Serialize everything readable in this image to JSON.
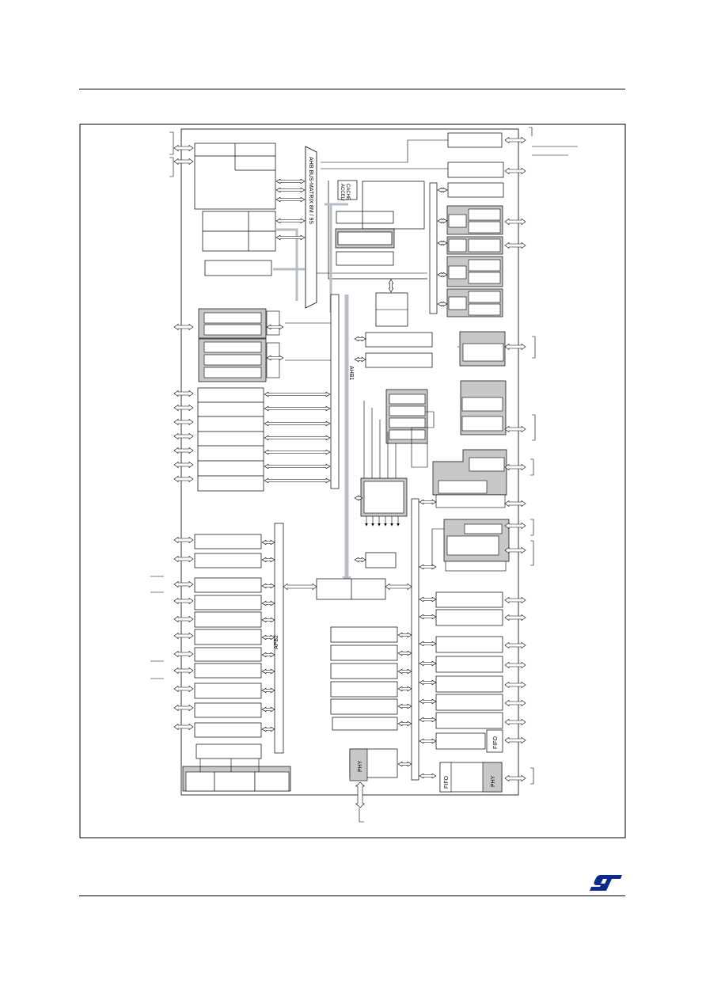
{
  "diagram": {
    "bus_matrix_label": "AHB BUS-MATRIX 8M / 9S",
    "ahb1_label": "AHB1",
    "apb2_label": "APB2",
    "cache_label_1": "ACCEL/",
    "cache_label_2": "CACHE",
    "fifo_label": "FIFO",
    "phy_label": "PHY"
  },
  "colors": {
    "line": "#000000",
    "block_shaded": "#c8c8c8",
    "bus_shaded": "#b8bcc4",
    "background": "#ffffff",
    "logo": "#0b2a8a"
  },
  "logo": {
    "icon": "st-logo-icon"
  }
}
